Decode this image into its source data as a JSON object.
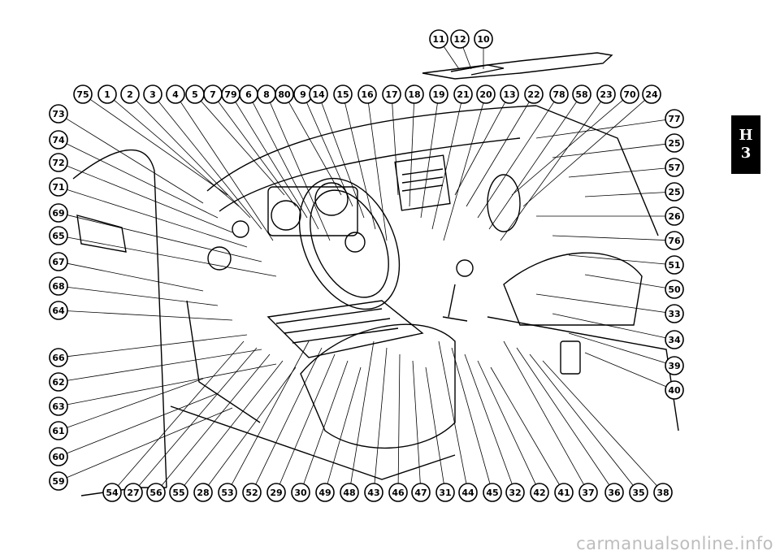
{
  "section_tab": {
    "letter": "H",
    "number": "3"
  },
  "watermark": "carmanualsonline.info",
  "callouts": {
    "inset": [
      "11",
      "12",
      "10"
    ],
    "top_row": [
      "75",
      "1",
      "2",
      "3",
      "4",
      "5",
      "7",
      "79",
      "6",
      "8",
      "80",
      "9",
      "14",
      "15",
      "16",
      "17",
      "18",
      "19",
      "21",
      "20",
      "13",
      "22",
      "78",
      "58",
      "23",
      "70",
      "24"
    ],
    "left_column": [
      "73",
      "74",
      "72",
      "71",
      "69",
      "65",
      "67",
      "68",
      "64",
      "66",
      "62",
      "63",
      "61",
      "60",
      "59"
    ],
    "right_column": [
      "77",
      "25",
      "57",
      "25",
      "26",
      "76",
      "51",
      "50",
      "33",
      "34",
      "39",
      "40"
    ],
    "bottom_row": [
      "54",
      "27",
      "56",
      "55",
      "28",
      "53",
      "52",
      "29",
      "30",
      "49",
      "48",
      "43",
      "46",
      "47",
      "31",
      "44",
      "45",
      "32",
      "42",
      "41",
      "37",
      "36",
      "35",
      "38"
    ]
  }
}
